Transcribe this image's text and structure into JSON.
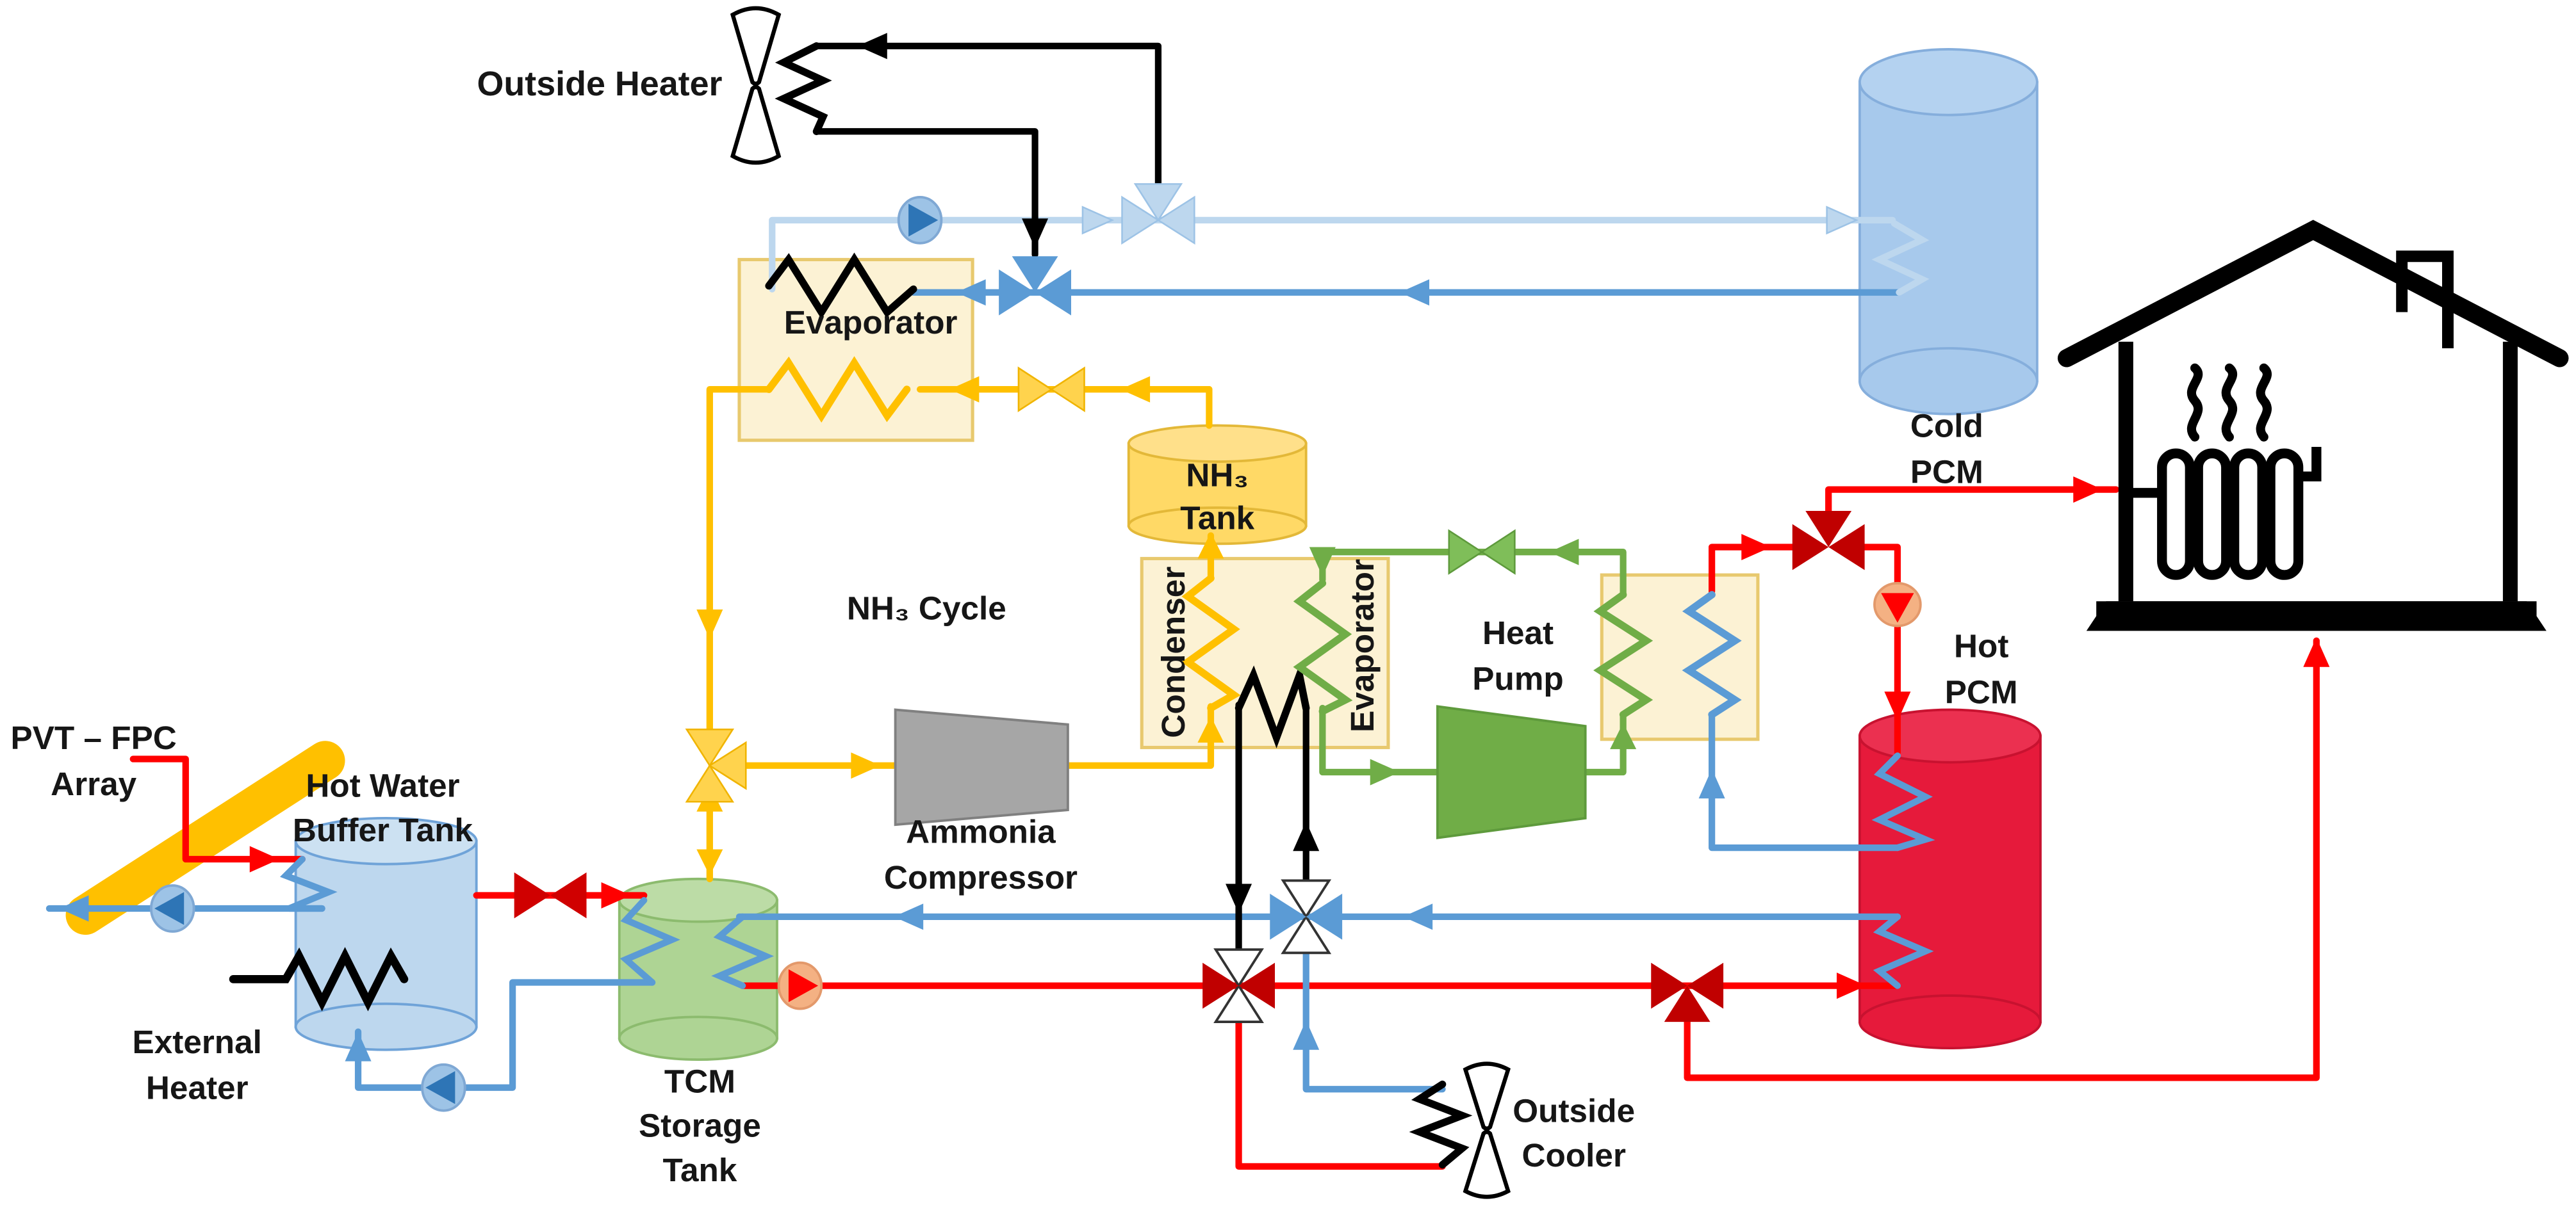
{
  "labels": {
    "outside_heater": "Outside Heater",
    "evaporator_top": "Evaporator",
    "cold_pcm": [
      "Cold",
      "PCM"
    ],
    "nh3_tank": [
      "NH₃",
      "Tank"
    ],
    "nh3_cycle": "NH₃ Cycle",
    "condenser": "Condenser",
    "evaporator_mid": "Evaporator",
    "heat_pump": [
      "Heat",
      "Pump"
    ],
    "hot_pcm": [
      "Hot",
      "PCM"
    ],
    "pvt_fpc_array": [
      "PVT – FPC",
      "Array"
    ],
    "hot_water_buffer_tank": [
      "Hot Water",
      "Buffer Tank"
    ],
    "external_heater": [
      "External",
      "Heater"
    ],
    "tcm_storage_tank": [
      "TCM",
      "Storage",
      "Tank"
    ],
    "ammonia_compressor": [
      "Ammonia",
      "Compressor"
    ],
    "outside_cooler": [
      "Outside",
      "Cooler"
    ]
  },
  "colors": {
    "pipe_hot_red": "#FF0000",
    "pipe_cold_blue": "#5B9BD5",
    "pipe_chilled_lightblue": "#BDD7EE",
    "pipe_ammonia_yellow": "#FFC000",
    "pipe_heatpump_green": "#70AD47",
    "pipe_heater_black": "#000000",
    "valve_dark_red": "#C00000",
    "tank_cold_pcm": "#A7C9EC",
    "tank_hot_pcm": "#E61A3B",
    "tank_nh3": "#FFD966",
    "tank_tcm": "#AED494",
    "tank_buffer": "#BDD7EE",
    "exchanger_box": "#FCF2D4",
    "compressor_gray": "#A6A6A6",
    "pump_blue": "#9DC3E6",
    "pump_orange": "#F4B183"
  }
}
